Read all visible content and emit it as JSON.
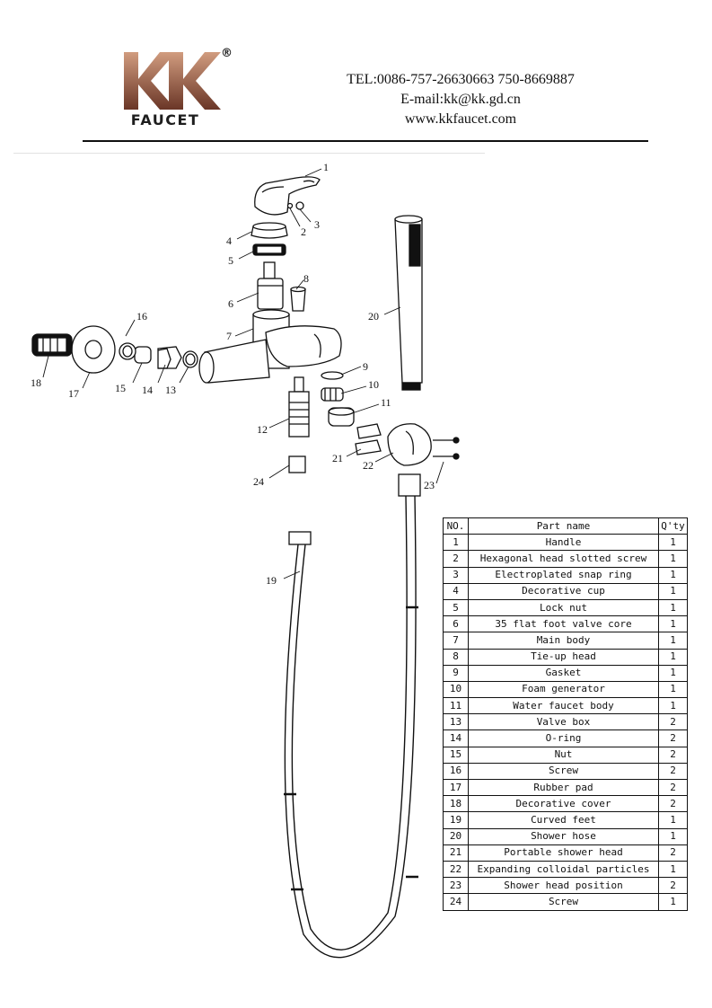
{
  "brand": {
    "logo_letters": "KK",
    "logo_reg": "®",
    "logo_word": "FAUCET"
  },
  "contact": {
    "tel": "TEL:0086-757-26630663 750-8669887",
    "email": "E-mail:kk@kk.gd.cn",
    "website": "www.kkfaucet.com"
  },
  "diagram": {
    "callouts": [
      "1",
      "2",
      "3",
      "4",
      "5",
      "6",
      "7",
      "8",
      "9",
      "10",
      "11",
      "12",
      "13",
      "14",
      "15",
      "16",
      "17",
      "18",
      "19",
      "20",
      "21",
      "22",
      "23",
      "24"
    ]
  },
  "parts_table": {
    "headers": {
      "no": "NO.",
      "name": "Part name",
      "qty": "Q'ty"
    },
    "rows": [
      {
        "no": "1",
        "name": "Handle",
        "qty": "1"
      },
      {
        "no": "2",
        "name": "Hexagonal head slotted screw",
        "qty": "1"
      },
      {
        "no": "3",
        "name": "Electroplated snap ring",
        "qty": "1"
      },
      {
        "no": "4",
        "name": "Decorative cup",
        "qty": "1"
      },
      {
        "no": "5",
        "name": "Lock nut",
        "qty": "1"
      },
      {
        "no": "6",
        "name": "35 flat foot valve core",
        "qty": "1"
      },
      {
        "no": "7",
        "name": "Main body",
        "qty": "1"
      },
      {
        "no": "8",
        "name": "Tie-up head",
        "qty": "1"
      },
      {
        "no": "9",
        "name": "Gasket",
        "qty": "1"
      },
      {
        "no": "10",
        "name": "Foam generator",
        "qty": "1"
      },
      {
        "no": "11",
        "name": "Water faucet body",
        "qty": "1"
      },
      {
        "no": "13",
        "name": "Valve box",
        "qty": "2"
      },
      {
        "no": "14",
        "name": "O-ring",
        "qty": "2"
      },
      {
        "no": "15",
        "name": "Nut",
        "qty": "2"
      },
      {
        "no": "16",
        "name": "Screw",
        "qty": "2"
      },
      {
        "no": "17",
        "name": "Rubber pad",
        "qty": "2"
      },
      {
        "no": "18",
        "name": "Decorative cover",
        "qty": "2"
      },
      {
        "no": "19",
        "name": "Curved feet",
        "qty": "1"
      },
      {
        "no": "20",
        "name": "Shower hose",
        "qty": "1"
      },
      {
        "no": "21",
        "name": "Portable shower head",
        "qty": "2"
      },
      {
        "no": "22",
        "name": "Expanding colloidal particles",
        "qty": "1"
      },
      {
        "no": "23",
        "name": "Shower head position",
        "qty": "2"
      },
      {
        "no": "24",
        "name": "Screw",
        "qty": "1"
      }
    ]
  },
  "colors": {
    "logo_top": "#c48a6c",
    "logo_bottom": "#6e3b2b",
    "ink": "#111111"
  }
}
